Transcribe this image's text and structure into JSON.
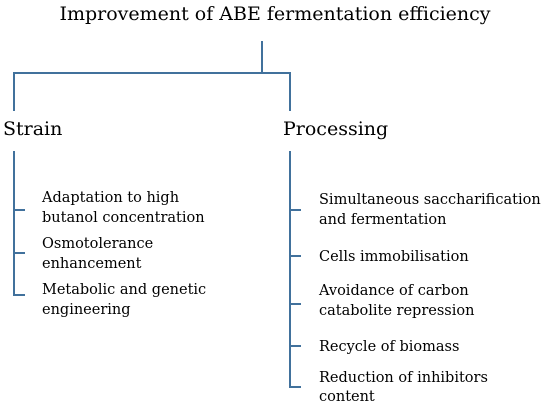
{
  "title": "Improvement of ABE fermentation efficiency",
  "branches": [
    {
      "label": "Strain",
      "items": [
        [
          "Adaptation to high",
          "butanol concentration"
        ],
        [
          "Osmotolerance",
          "enhancement"
        ],
        [
          "Metabolic and genetic",
          "engineering"
        ]
      ]
    },
    {
      "label": "Processing",
      "items": [
        [
          "Simultaneous saccharification",
          "and fermentation"
        ],
        [
          "Cells immobilisation"
        ],
        [
          "Avoidance of carbon",
          "catabolite repression"
        ],
        [
          "Recycle of biomass"
        ],
        [
          "Reduction of inhibitors",
          "content"
        ]
      ]
    }
  ],
  "colors": {
    "connector": "#41719c",
    "text": "#000000"
  }
}
